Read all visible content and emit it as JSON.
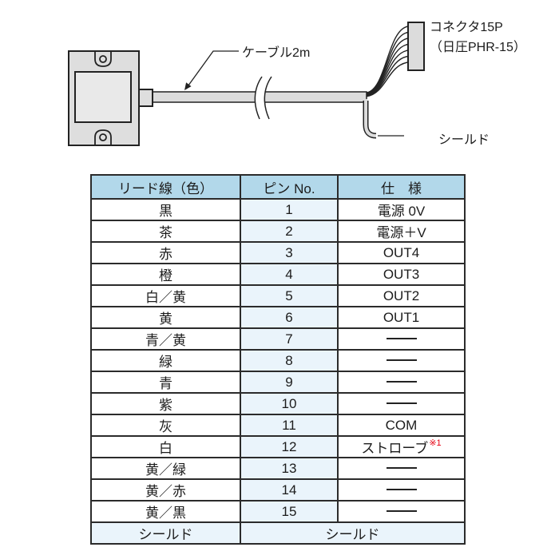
{
  "diagram": {
    "labels": {
      "cable": "ケーブル2m",
      "connector_line1": "コネクタ15P",
      "connector_line2": "（日圧PHR-15）",
      "shield": "シールド"
    },
    "parts": [
      "sensor-box",
      "cable",
      "cable-break",
      "wire-fan",
      "connector-15p",
      "shield-wire"
    ]
  },
  "table": {
    "headers": [
      "リード線（色）",
      "ピン No.",
      "仕　様"
    ],
    "rows": [
      {
        "lead": "黒",
        "pin": "1",
        "spec": "電源 0V"
      },
      {
        "lead": "茶",
        "pin": "2",
        "spec": "電源＋V"
      },
      {
        "lead": "赤",
        "pin": "3",
        "spec": "OUT4"
      },
      {
        "lead": "橙",
        "pin": "4",
        "spec": "OUT3"
      },
      {
        "lead": "白／黄",
        "pin": "5",
        "spec": "OUT2"
      },
      {
        "lead": "黄",
        "pin": "6",
        "spec": "OUT1"
      },
      {
        "lead": "青／黄",
        "pin": "7",
        "spec": "—"
      },
      {
        "lead": "緑",
        "pin": "8",
        "spec": "—"
      },
      {
        "lead": "青",
        "pin": "9",
        "spec": "—"
      },
      {
        "lead": "紫",
        "pin": "10",
        "spec": "—"
      },
      {
        "lead": "灰",
        "pin": "11",
        "spec": "COM"
      },
      {
        "lead": "白",
        "pin": "12",
        "spec": "ストローブ",
        "note": "※1"
      },
      {
        "lead": "黄／緑",
        "pin": "13",
        "spec": "—"
      },
      {
        "lead": "黄／赤",
        "pin": "14",
        "spec": "—"
      },
      {
        "lead": "黄／黒",
        "pin": "15",
        "spec": "—"
      }
    ],
    "shield_row": {
      "lead": "シールド",
      "spec": "シールド"
    }
  },
  "colors": {
    "table_header_bg": "#b2d8ea",
    "pin_column_bg": "#eaf4fb",
    "shield_row_bg": "#eaf4fb",
    "note_red": "#e50012",
    "diagram_fill": "#dedede",
    "border": "#2b2b2b"
  }
}
